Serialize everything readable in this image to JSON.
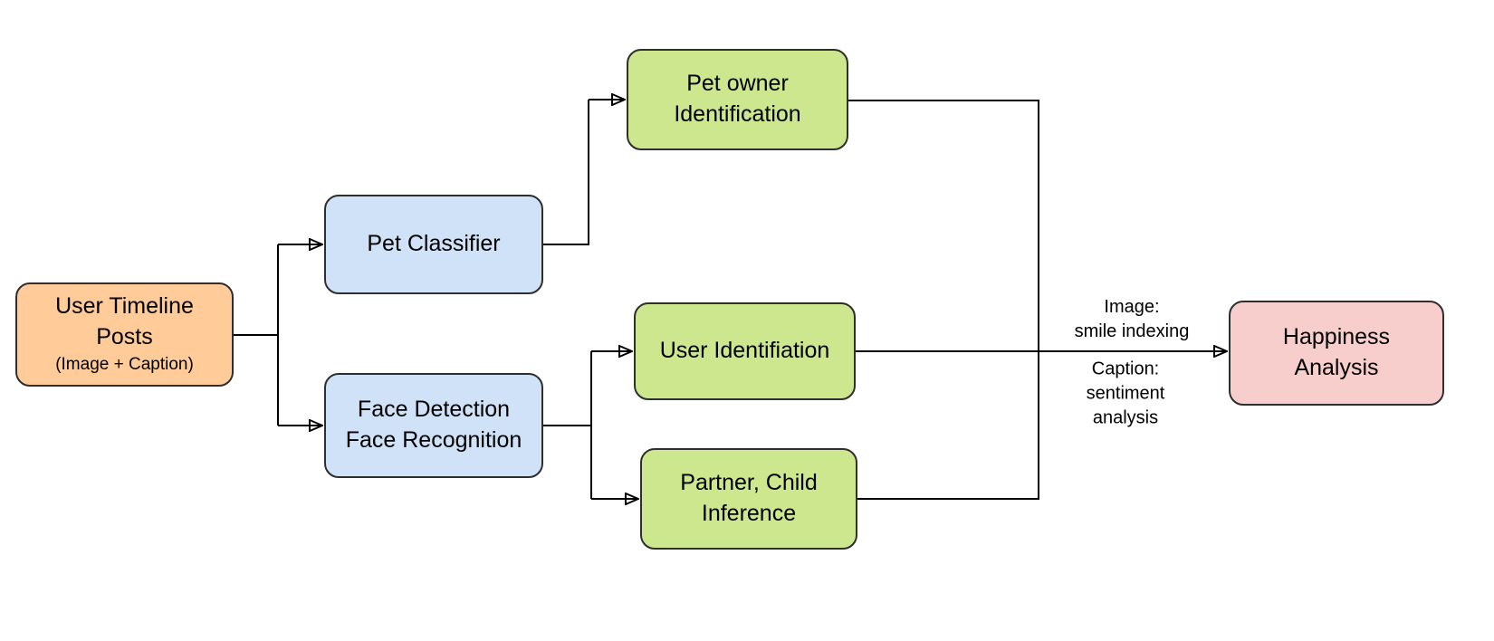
{
  "diagram": {
    "nodes": {
      "source": {
        "label": "User Timeline\nPosts",
        "sublabel": "(Image + Caption)",
        "fill": "#ffcc99"
      },
      "pet_classifier": {
        "label": "Pet Classifier",
        "fill": "#cfe2f7"
      },
      "face_detection": {
        "label": "Face Detection\nFace Recognition",
        "fill": "#cfe2f7"
      },
      "pet_owner_identification": {
        "label": "Pet owner\nIdentification",
        "fill": "#cde78e"
      },
      "user_identification": {
        "label": "User Identifiation",
        "fill": "#cde78e"
      },
      "partner_child_inference": {
        "label": "Partner, Child\nInference",
        "fill": "#cde78e"
      },
      "happiness_analysis": {
        "label": "Happiness\nAnalysis",
        "fill": "#f8cecc"
      }
    },
    "edge_labels": {
      "image": "Image:\nsmile indexing",
      "caption": "Caption:\nsentiment\nanalysis"
    },
    "colors": {
      "node_border": "#2e2e2e",
      "connector": "#000000",
      "background": "#ffffff"
    }
  }
}
